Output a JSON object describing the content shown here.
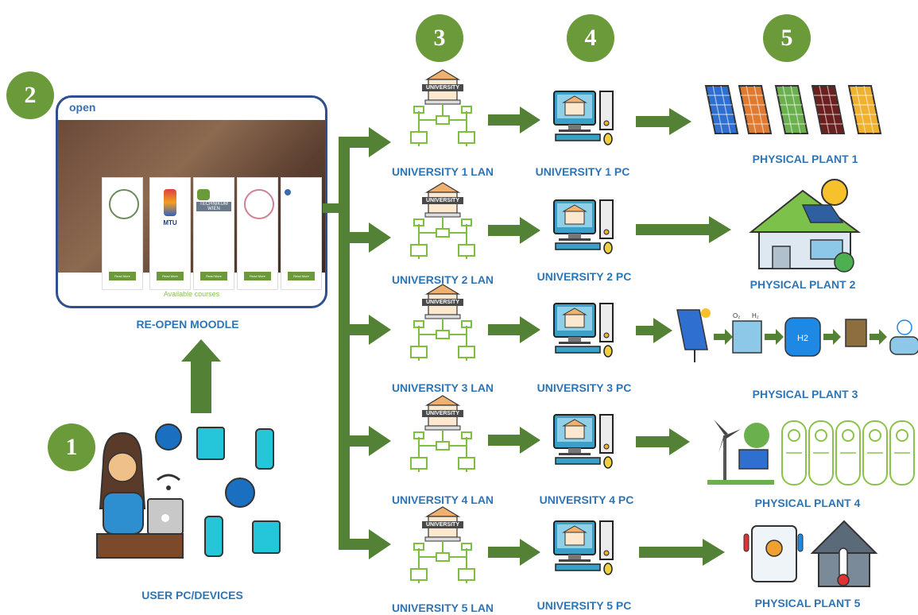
{
  "badges": [
    "1",
    "2",
    "3",
    "4",
    "5"
  ],
  "moodle": {
    "brand": "open",
    "available_courses": "Available courses",
    "cards": [
      {
        "logo_text": "",
        "button": "Read More"
      },
      {
        "logo_text": "MTU",
        "button": "Read More"
      },
      {
        "logo_text": "TECHNIKUM WIEN",
        "button": "Read More"
      },
      {
        "logo_text": "",
        "button": "Read More"
      },
      {
        "logo_text": "",
        "button": "Read More"
      }
    ]
  },
  "labels": {
    "moodle": "RE-OPEN MOODLE",
    "user": "USER PC/DEVICES",
    "lans": [
      "UNIVERSITY 1 LAN",
      "UNIVERSITY 2 LAN",
      "UNIVERSITY 3 LAN",
      "UNIVERSITY 4 LAN",
      "UNIVERSITY 5 LAN"
    ],
    "pcs": [
      "UNIVERSITY 1 PC",
      "UNIVERSITY 2 PC",
      "UNIVERSITY 3 PC",
      "UNIVERSITY 4 PC",
      "UNIVERSITY 5 PC"
    ],
    "plants": [
      "PHYSICAL PLANT 1",
      "PHYSICAL PLANT 2",
      "PHYSICAL PLANT 3",
      "PHYSICAL PLANT 4",
      "PHYSICAL PLANT 5"
    ]
  },
  "icon_text": {
    "university": "UNIVERSITY",
    "h2": "H2",
    "o2": "O₂",
    "h2_gas": "H₂"
  },
  "colors": {
    "arrow": "#538135",
    "badge": "#6a9a3a",
    "label": "#2e75b6",
    "lan_green": "#7fbf3f"
  }
}
